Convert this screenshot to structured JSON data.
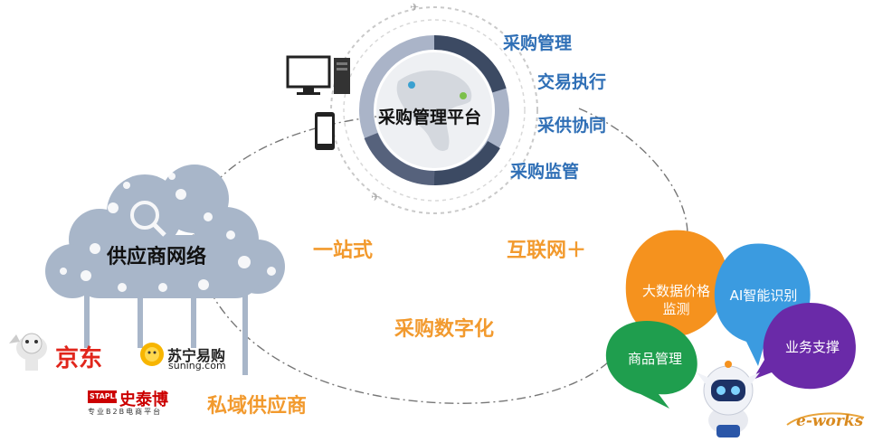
{
  "center": {
    "title": "采购管理平台"
  },
  "ring_labels": [
    "采购管理",
    "交易执行",
    "采供协同",
    "采购监管"
  ],
  "cloud": {
    "title": "供应商网络"
  },
  "tags": {
    "one_stop": "一站式",
    "internet_plus": "互联网＋",
    "digital": "采购数字化",
    "private_supplier": "私域供应商"
  },
  "bubbles": {
    "big_data": "大数据价格\n监测",
    "ai": "AI智能识别",
    "business": "业务支撑",
    "goods": "商品管理"
  },
  "brands": {
    "jd": "京东",
    "suning_cn": "苏宁易购",
    "suning_en": "suning.com",
    "staples_tag": "STAPLES",
    "staples_cn": "史泰博",
    "staples_sub": "专业B2B电商平台"
  },
  "watermark": "e-works",
  "colors": {
    "blue_text": "#2f6fb6",
    "orange_text": "#f29a2e",
    "ring_dark": "#3c4a63",
    "ring_light": "#aab4c8",
    "cloud_fill": "#a8b6c9",
    "bubble_orange": "#f5921e",
    "bubble_blue": "#3b9be0",
    "bubble_purple": "#6a2aa8",
    "bubble_green": "#1f9e4e",
    "jd_red": "#e1251b"
  }
}
